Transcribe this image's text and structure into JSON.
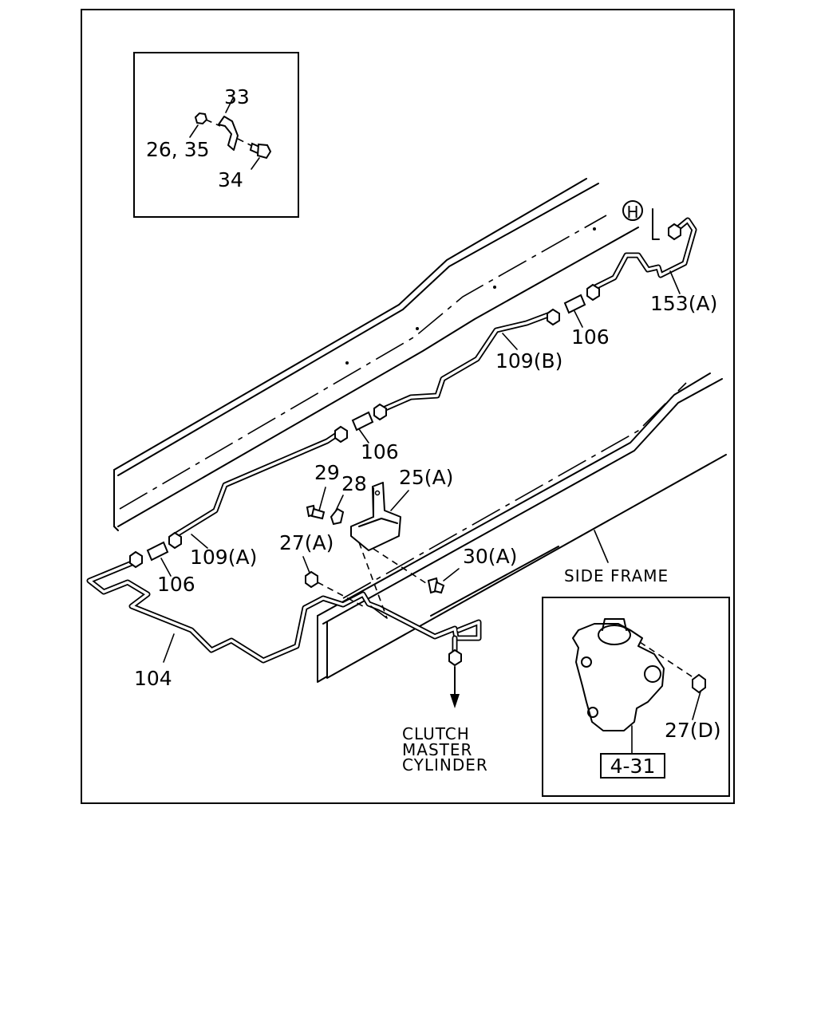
{
  "labels": {
    "p33": "33",
    "p26_35": "26, 35",
    "p34": "34",
    "h_ref": "H",
    "p153a": "153(A)",
    "p106_top": "106",
    "p109b": "109(B)",
    "p106_mid": "106",
    "p29": "29",
    "p28": "28",
    "p25a": "25(A)",
    "p27a": "27(A)",
    "p109a": "109(A)",
    "p106_left": "106",
    "p30a": "30(A)",
    "side_frame": "SIDE FRAME",
    "p104": "104",
    "p27d": "27(D)",
    "ref_box": "4-31",
    "clutch_line1": "CLUTCH",
    "clutch_line2": "MASTER",
    "clutch_line3": "CYLINDER"
  },
  "icons": {
    "arrow": "down-arrow-icon",
    "nut": "hex-nut-icon",
    "bolt": "bolt-icon"
  },
  "colors": {
    "line": "#000000",
    "background": "#ffffff"
  }
}
